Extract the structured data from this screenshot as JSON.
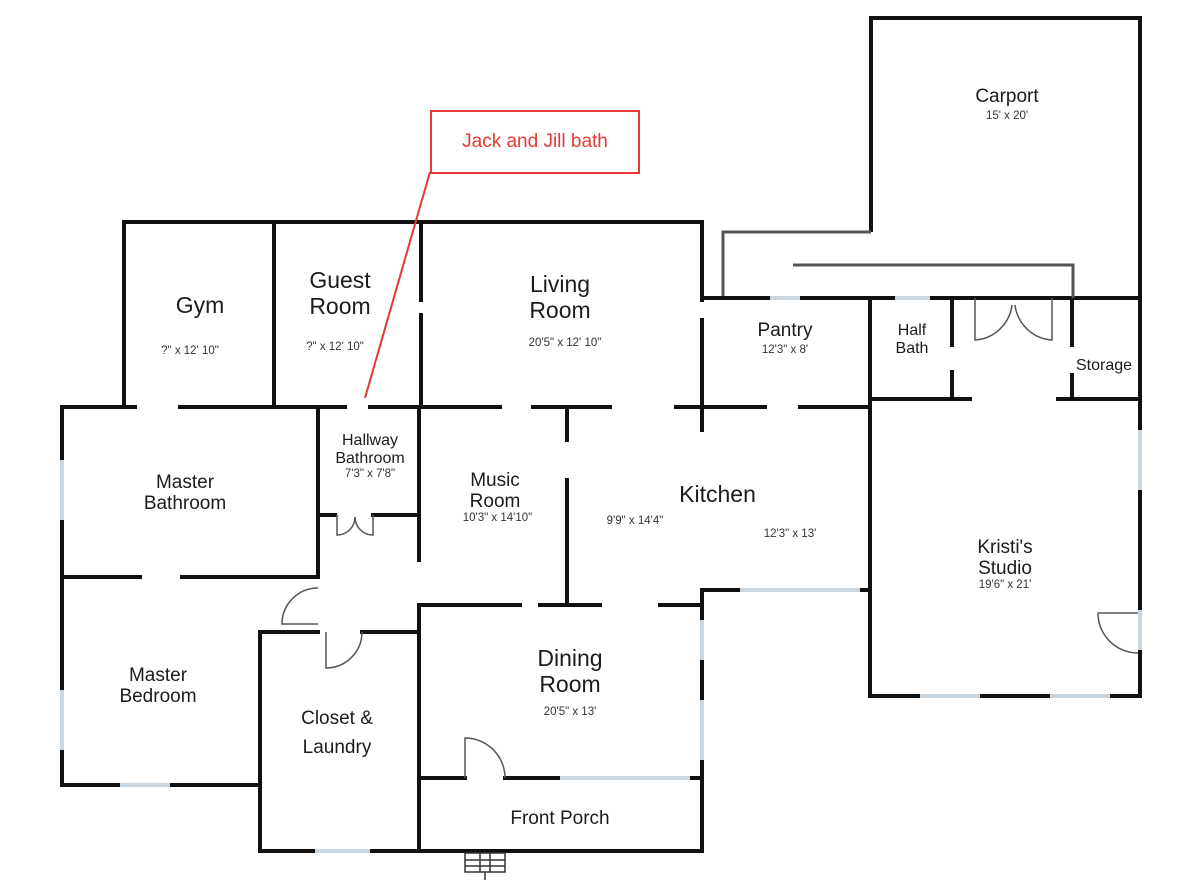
{
  "callout": {
    "text": "Jack and Jill bath",
    "color": "#e53935"
  },
  "rooms": {
    "carport": {
      "name": "Carport",
      "dim": "15' x 20'"
    },
    "gym": {
      "name": "Gym",
      "dim": "?\" x 12' 10\""
    },
    "guest_room": {
      "name": "Guest Room",
      "dim": "?\" x 12' 10\""
    },
    "living_room": {
      "name": "Living Room",
      "dim": "20'5\" x 12' 10\""
    },
    "pantry": {
      "name": "Pantry",
      "dim": "12'3\" x 8'"
    },
    "half_bath": {
      "name": "Half Bath"
    },
    "storage": {
      "name": "Storage"
    },
    "hallway_bath": {
      "name": "Hallway Bathroom",
      "dim": "7'3\" x 7'8\""
    },
    "master_bathroom": {
      "name": "Master Bathroom"
    },
    "music_room": {
      "name": "Music Room",
      "dim": "10'3\" x 14'10\""
    },
    "kitchen": {
      "name": "Kitchen",
      "dim_left": "9'9\" x 14'4\"",
      "dim_right": "12'3\" x 13'"
    },
    "studio": {
      "name": "Kristi's Studio",
      "dim": "19'6\" x 21'"
    },
    "master_bedroom": {
      "name": "Master Bedroom"
    },
    "closet_laundry": {
      "name": "Closet & Laundry"
    },
    "dining_room": {
      "name": "Dining Room",
      "dim": "20'5\" x 13'"
    },
    "front_porch": {
      "name": "Front Porch"
    }
  },
  "colors": {
    "wall": "#111111",
    "thin_wall": "#555555",
    "window": "#c9d6df",
    "callout": "#e53935"
  }
}
